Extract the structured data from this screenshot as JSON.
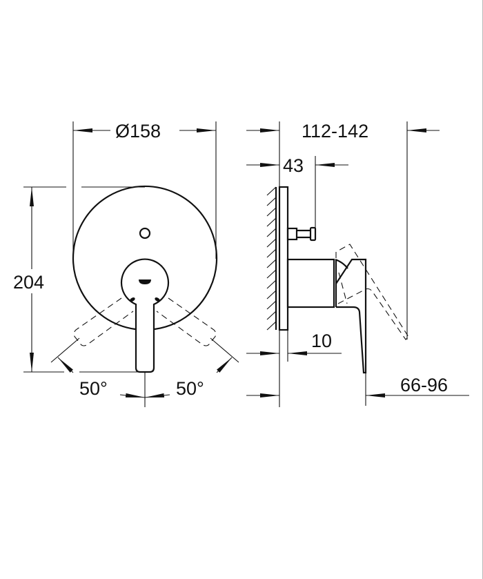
{
  "drawing": {
    "type": "technical dimension drawing",
    "views": [
      "front",
      "side"
    ],
    "line_color": "#111111",
    "background": "#ffffff"
  },
  "front_view": {
    "diameter_label": "Ø158",
    "height_label": "204",
    "angle_left_label": "50°",
    "angle_right_label": "50°"
  },
  "side_view": {
    "overall_depth_label": "112-142",
    "diverter_depth_label": "43",
    "plate_thickness_label": "10",
    "lever_depth_label": "66-96"
  }
}
